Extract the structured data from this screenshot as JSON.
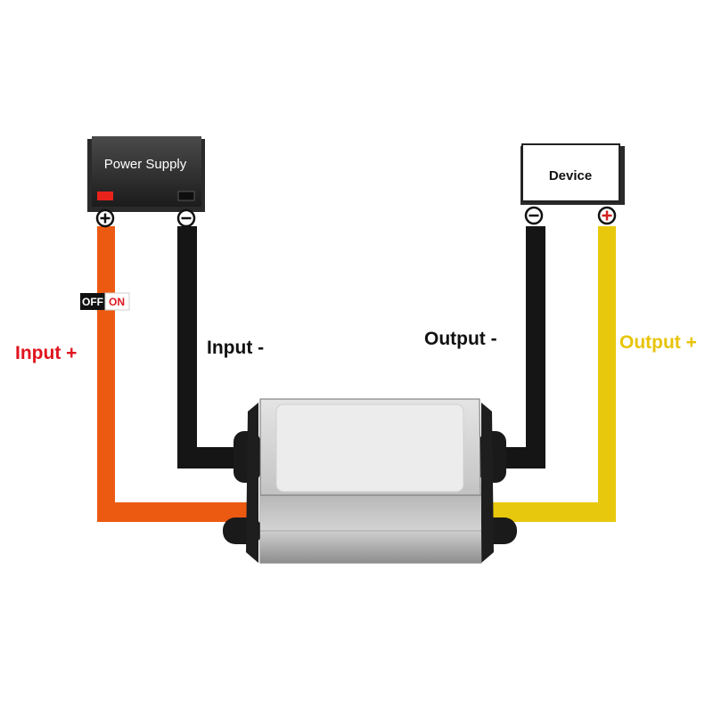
{
  "power_supply": {
    "label": "Power Supply",
    "positive_terminal_icon": "plus-circle-icon",
    "negative_terminal_icon": "minus-circle-icon"
  },
  "device": {
    "label": "Device",
    "positive_terminal_icon": "plus-circle-icon",
    "negative_terminal_icon": "minus-circle-icon"
  },
  "switch": {
    "off_label": "OFF",
    "on_label": "ON"
  },
  "wires": {
    "input_positive": {
      "label": "Input +",
      "label_color": "#e0141e",
      "wire_color": "#ec5a12"
    },
    "input_negative": {
      "label": "Input -",
      "label_color": "#111111",
      "wire_color": "#151515"
    },
    "output_negative": {
      "label": "Output -",
      "label_color": "#111111",
      "wire_color": "#151515"
    },
    "output_positive": {
      "label": "Output +",
      "label_color": "#e8c40a",
      "wire_color": "#e8c80c"
    }
  },
  "converter": {
    "icon": "converter-module-icon"
  }
}
